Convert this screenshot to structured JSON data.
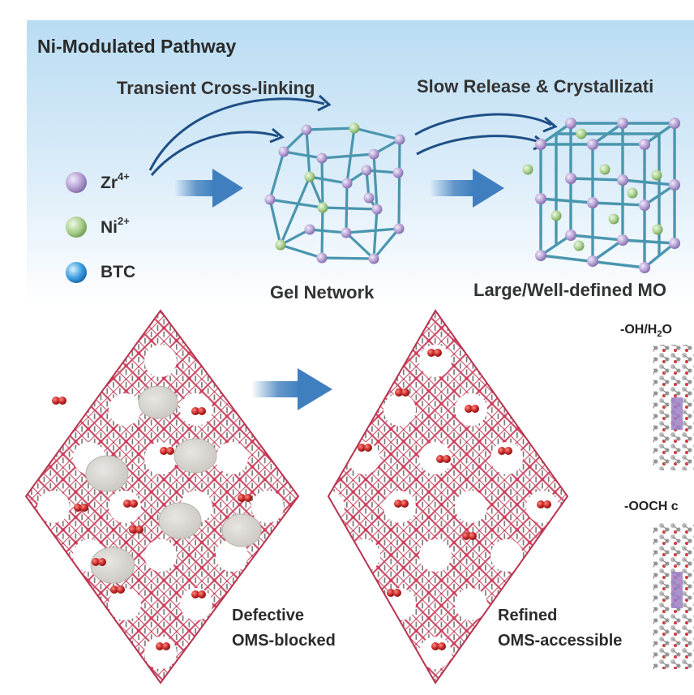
{
  "title": "Ni-Modulated Pathway",
  "steps": {
    "crosslink": "Transient Cross-linking",
    "release": "Slow Release & Crystallizati"
  },
  "legend": [
    {
      "base": "Zr",
      "sup": "4+",
      "color": "#b49fd3"
    },
    {
      "base": "Ni",
      "sup": "2+",
      "color": "#a9cf8c"
    },
    {
      "base": "BTC",
      "sup": "",
      "color": "#3d9fe0"
    }
  ],
  "captions": {
    "gel": "Gel Network",
    "mof": "Large/Well-defined MO"
  },
  "lattices": {
    "left": {
      "line1": "Defective",
      "line2": "OMS-blocked"
    },
    "right": {
      "line1": "Refined",
      "line2": "OMS-accessible"
    }
  },
  "adsorbates": {
    "oh": {
      "pre": "-OH/H",
      "sub": "2",
      "post": "O"
    },
    "ooch": "-OOCH c"
  },
  "colors": {
    "strut": "#4a96ae",
    "zr": "#b49fd3",
    "ni": "#a9cf8c",
    "arrow": "#4b86c0",
    "curve": "#1e4f86",
    "framework": "#c9506a",
    "o2": "#c62828"
  }
}
